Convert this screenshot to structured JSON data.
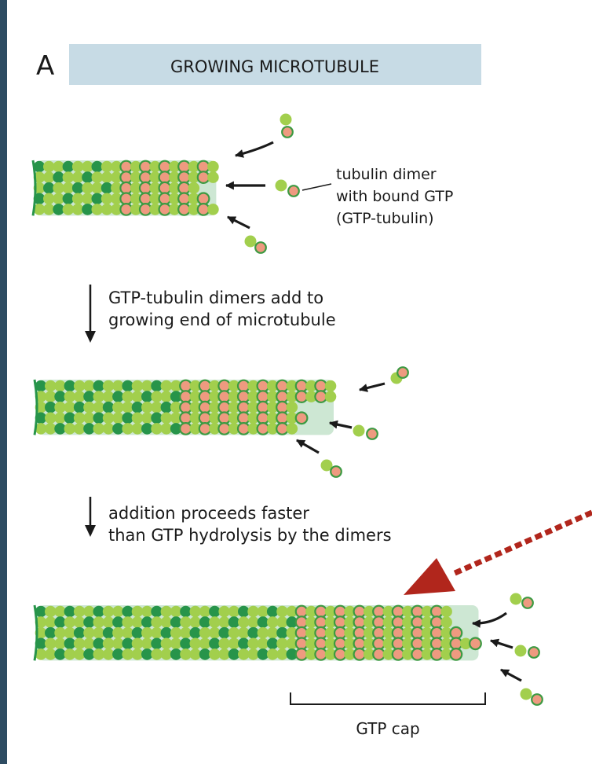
{
  "figure": {
    "panel_letter": "A",
    "banner_title": "GROWING MICROTUBULE"
  },
  "labels": {
    "dimer_line1": "tubulin dimer",
    "dimer_line2": "with bound GTP",
    "dimer_line3": "(GTP-tubulin)",
    "step1_line1": "GTP-tubulin dimers add to",
    "step1_line2": "growing end of microtubule",
    "step2_line1": "addition proceeds faster",
    "step2_line2": "than GTP hydrolysis by the dimers",
    "cap_label": "GTP cap"
  },
  "colors": {
    "background": "#ffffff",
    "left_strip": "#2e4c62",
    "banner": "#c7dbe5",
    "tubulin_light_green": "#a2cf4d",
    "tubulin_dark_green": "#27944a",
    "gtp_salmon": "#ee9a80",
    "gtp_ring": "#3c9a42",
    "tube_interior": "#cde7d3",
    "arrow_black": "#1a1a1a",
    "pointer_arrow_red": "#b1261c"
  },
  "icons": {
    "incoming_dimer": "tubulin-dimer-icon",
    "addition_arrow": "curved-arrow-icon",
    "step_arrow": "down-arrow-icon",
    "highlight_arrow": "dashed-red-arrow-icon"
  }
}
